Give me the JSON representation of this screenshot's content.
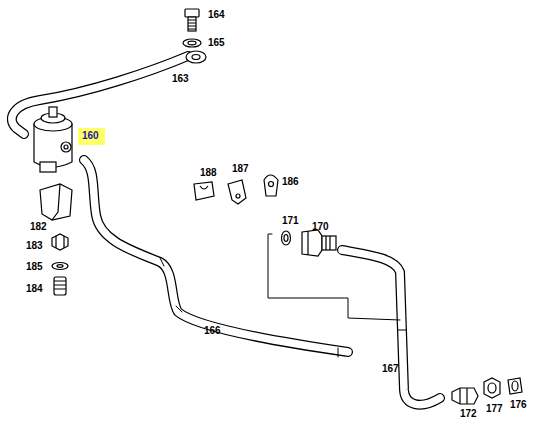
{
  "diagram": {
    "nodes": [
      {
        "text": [
          "160"
        ]
      }
    ],
    "labels": [
      "164",
      "165",
      "163",
      "182",
      "183",
      "185",
      "184",
      "188",
      "187",
      "186",
      "171",
      "170",
      "166",
      "167",
      "172",
      "177",
      "176"
    ]
  }
}
